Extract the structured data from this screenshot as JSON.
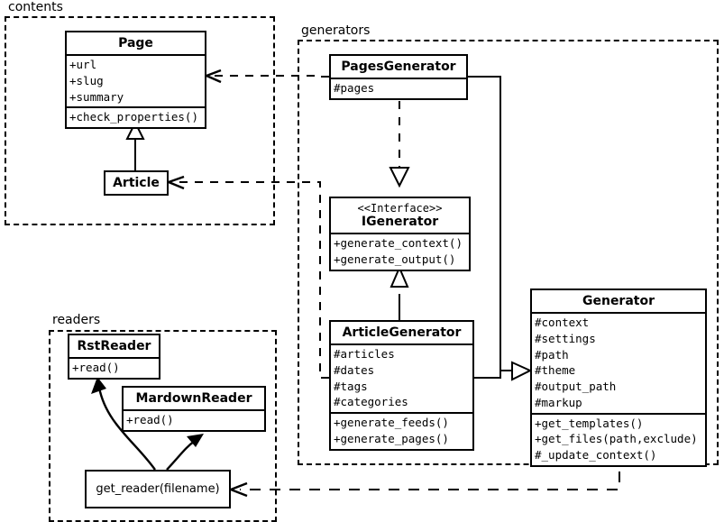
{
  "diagram": {
    "type": "uml-class-diagram",
    "packages": [
      {
        "id": "contents",
        "label": "contents"
      },
      {
        "id": "generators",
        "label": "generators"
      },
      {
        "id": "readers",
        "label": "readers"
      }
    ],
    "classes": [
      {
        "id": "page",
        "name": "Page",
        "stereotype": "",
        "package": "contents",
        "attributes": [
          "+url",
          "+slug",
          "+summary"
        ],
        "methods": [
          "+check_properties()"
        ]
      },
      {
        "id": "article",
        "name": "Article",
        "stereotype": "",
        "package": "contents",
        "attributes": [],
        "methods": []
      },
      {
        "id": "pages_generator",
        "name": "PagesGenerator",
        "stereotype": "",
        "package": "generators",
        "attributes": [
          "#pages"
        ],
        "methods": []
      },
      {
        "id": "igenerator",
        "name": "IGenerator",
        "stereotype": "<<Interface>>",
        "package": "generators",
        "attributes": [],
        "methods": [
          "+generate_context()",
          "+generate_output()"
        ]
      },
      {
        "id": "article_generator",
        "name": "ArticleGenerator",
        "stereotype": "",
        "package": "generators",
        "attributes": [
          "#articles",
          "#dates",
          "#tags",
          "#categories"
        ],
        "methods": [
          "+generate_feeds()",
          "+generate_pages()"
        ]
      },
      {
        "id": "generator",
        "name": "Generator",
        "stereotype": "",
        "package": "generators",
        "attributes": [
          "#context",
          "#settings",
          "#path",
          "#theme",
          "#output_path",
          "#markup"
        ],
        "methods": [
          "+get_templates()",
          "+get_files(path,exclude)",
          "#_update_context()"
        ]
      },
      {
        "id": "rst_reader",
        "name": "RstReader",
        "stereotype": "",
        "package": "readers",
        "attributes": [],
        "methods": [
          "+read()"
        ]
      },
      {
        "id": "mardown_reader",
        "name": "MardownReader",
        "stereotype": "",
        "package": "readers",
        "attributes": [],
        "methods": [
          "+read()"
        ]
      }
    ],
    "functions": [
      {
        "id": "get_reader",
        "label": "get_reader(filename)",
        "package": "readers"
      }
    ],
    "relationships": [
      {
        "from": "article",
        "to": "page",
        "type": "generalization"
      },
      {
        "from": "pages_generator",
        "to": "igenerator",
        "type": "realization"
      },
      {
        "from": "article_generator",
        "to": "igenerator",
        "type": "generalization"
      },
      {
        "from": "pages_generator",
        "to": "generator",
        "type": "generalization"
      },
      {
        "from": "article_generator",
        "to": "generator",
        "type": "generalization"
      },
      {
        "from": "pages_generator",
        "to": "page",
        "type": "dependency"
      },
      {
        "from": "article_generator",
        "to": "article",
        "type": "dependency"
      },
      {
        "from": "generator",
        "to": "get_reader",
        "type": "dependency"
      },
      {
        "from": "get_reader",
        "to": "rst_reader",
        "type": "creates"
      },
      {
        "from": "get_reader",
        "to": "mardown_reader",
        "type": "creates"
      }
    ],
    "colors": {
      "stroke": "#000000",
      "background": "#ffffff"
    }
  }
}
